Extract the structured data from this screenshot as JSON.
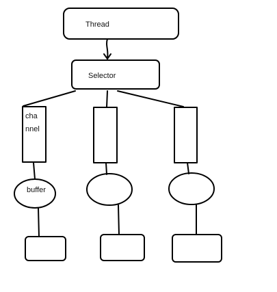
{
  "diagram": {
    "nodes": {
      "thread": {
        "label": "Thread"
      },
      "selector": {
        "label": "Selector"
      },
      "channel_left": {
        "label_line1": "cha",
        "label_line2": "nnel"
      },
      "channel_middle": {
        "label": ""
      },
      "channel_right": {
        "label": ""
      },
      "buffer_left": {
        "label": "buffer"
      },
      "buffer_middle": {
        "label": ""
      },
      "buffer_right": {
        "label": ""
      },
      "box_left": {
        "label": ""
      },
      "box_middle": {
        "label": ""
      },
      "box_right": {
        "label": ""
      }
    },
    "colors": {
      "stroke": "#000000",
      "background": "#ffffff"
    }
  }
}
